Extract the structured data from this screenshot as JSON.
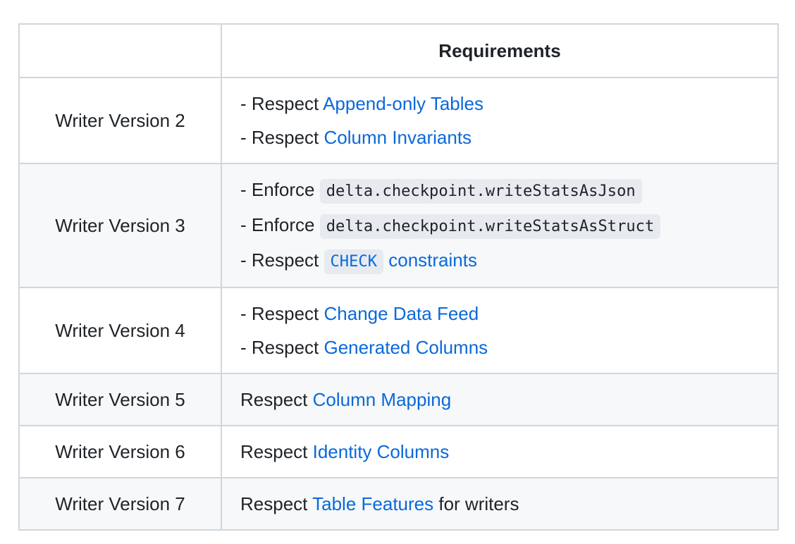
{
  "colors": {
    "text": "#1f2328",
    "link": "#0969da",
    "border": "#d0d7de",
    "row_alt_bg": "#f6f8fa",
    "code_bg": "rgba(175,184,193,0.2)"
  },
  "table": {
    "header": {
      "version_col": "",
      "requirements_col": "Requirements"
    },
    "rows": [
      {
        "version": "Writer Version 2",
        "lines": [
          {
            "parts": [
              {
                "type": "text",
                "text": "- Respect "
              },
              {
                "type": "link",
                "text": "Append-only Tables"
              }
            ]
          },
          {
            "parts": [
              {
                "type": "text",
                "text": "- Respect "
              },
              {
                "type": "link",
                "text": "Column Invariants"
              }
            ]
          }
        ]
      },
      {
        "version": "Writer Version 3",
        "lines": [
          {
            "parts": [
              {
                "type": "text",
                "text": "- Enforce "
              },
              {
                "type": "code",
                "text": "delta.checkpoint.writeStatsAsJson"
              }
            ]
          },
          {
            "parts": [
              {
                "type": "text",
                "text": "- Enforce "
              },
              {
                "type": "code",
                "text": "delta.checkpoint.writeStatsAsStruct"
              }
            ]
          },
          {
            "parts": [
              {
                "type": "text",
                "text": "- Respect "
              },
              {
                "type": "code-link",
                "text": "CHECK"
              },
              {
                "type": "text",
                "text": " "
              },
              {
                "type": "link",
                "text": "constraints"
              }
            ]
          }
        ]
      },
      {
        "version": "Writer Version 4",
        "lines": [
          {
            "parts": [
              {
                "type": "text",
                "text": "- Respect "
              },
              {
                "type": "link",
                "text": "Change Data Feed"
              }
            ]
          },
          {
            "parts": [
              {
                "type": "text",
                "text": "- Respect "
              },
              {
                "type": "link",
                "text": "Generated Columns"
              }
            ]
          }
        ]
      },
      {
        "version": "Writer Version 5",
        "lines": [
          {
            "parts": [
              {
                "type": "text",
                "text": "Respect "
              },
              {
                "type": "link",
                "text": "Column Mapping"
              }
            ]
          }
        ]
      },
      {
        "version": "Writer Version 6",
        "lines": [
          {
            "parts": [
              {
                "type": "text",
                "text": "Respect "
              },
              {
                "type": "link",
                "text": "Identity Columns"
              }
            ]
          }
        ]
      },
      {
        "version": "Writer Version 7",
        "lines": [
          {
            "parts": [
              {
                "type": "text",
                "text": "Respect "
              },
              {
                "type": "link",
                "text": "Table Features"
              },
              {
                "type": "text",
                "text": " for writers"
              }
            ]
          }
        ]
      }
    ]
  }
}
